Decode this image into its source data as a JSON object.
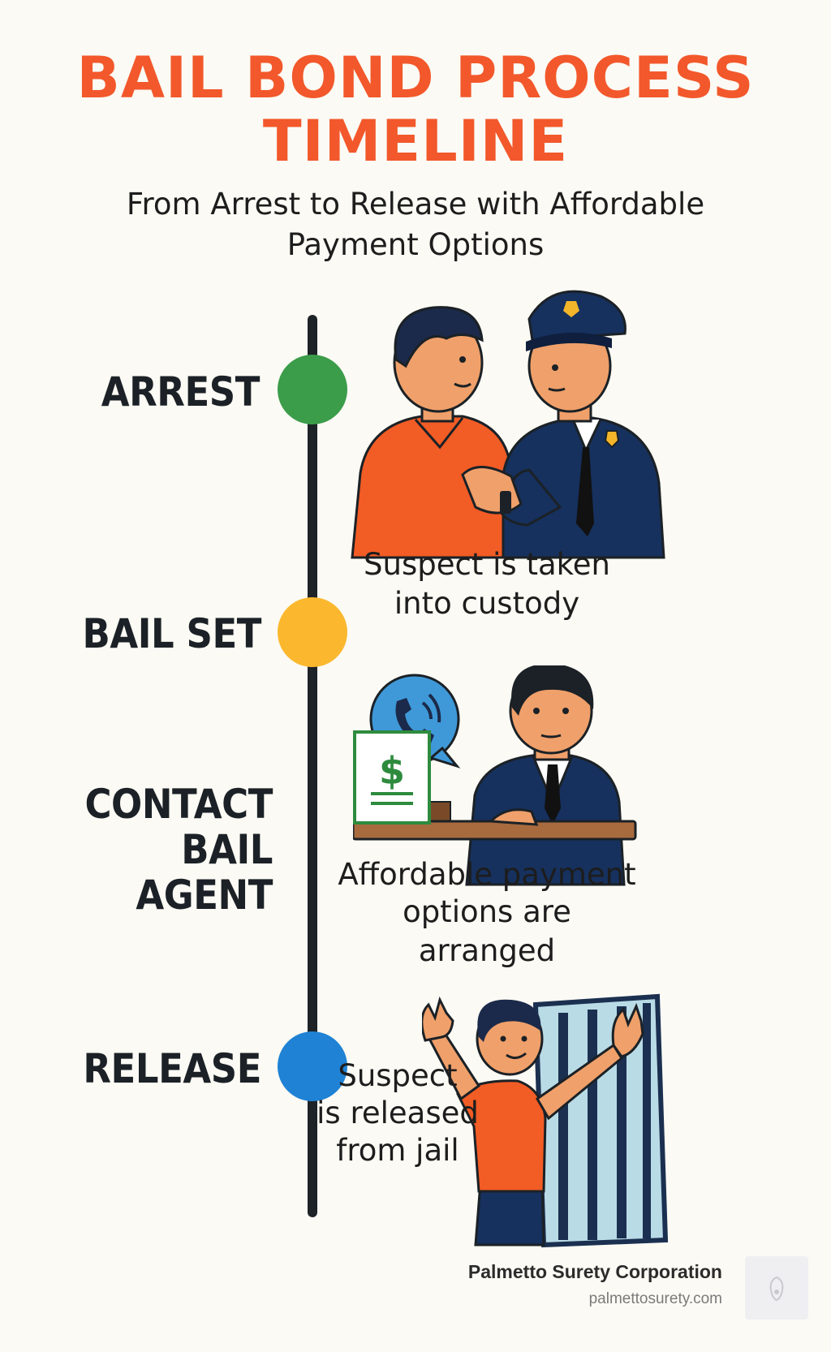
{
  "title": {
    "line1": "BAIL BOND PROCESS",
    "line2": "TIMELINE"
  },
  "subtitle": {
    "line1": "From Arrest to Release with Affordable",
    "line2": "Payment Options"
  },
  "steps": [
    {
      "label": "ARREST",
      "color": "#3b9c4a"
    },
    {
      "label": "BAIL SET",
      "color": "#fbb82e"
    },
    {
      "label_line1": "CONTACT",
      "label_line2": "BAIL AGENT"
    },
    {
      "label": "RELEASE",
      "color": "#1f82d4"
    }
  ],
  "captions": {
    "arrest": {
      "line1": "Suspect is taken",
      "line2": "into custody"
    },
    "agent": {
      "line1": "Affordable payment",
      "line2": "options are arranged"
    },
    "release": {
      "line1": "Suspect",
      "line2": "is released",
      "line3": "from jail"
    }
  },
  "illustration": {
    "money_symbol": "$"
  },
  "footer": {
    "company": "Palmetto Surety Corporation",
    "url": "palmettosurety.com"
  },
  "colors": {
    "accent": "#f2582b",
    "navy": "#16315e",
    "orange_shirt": "#f25c25"
  }
}
